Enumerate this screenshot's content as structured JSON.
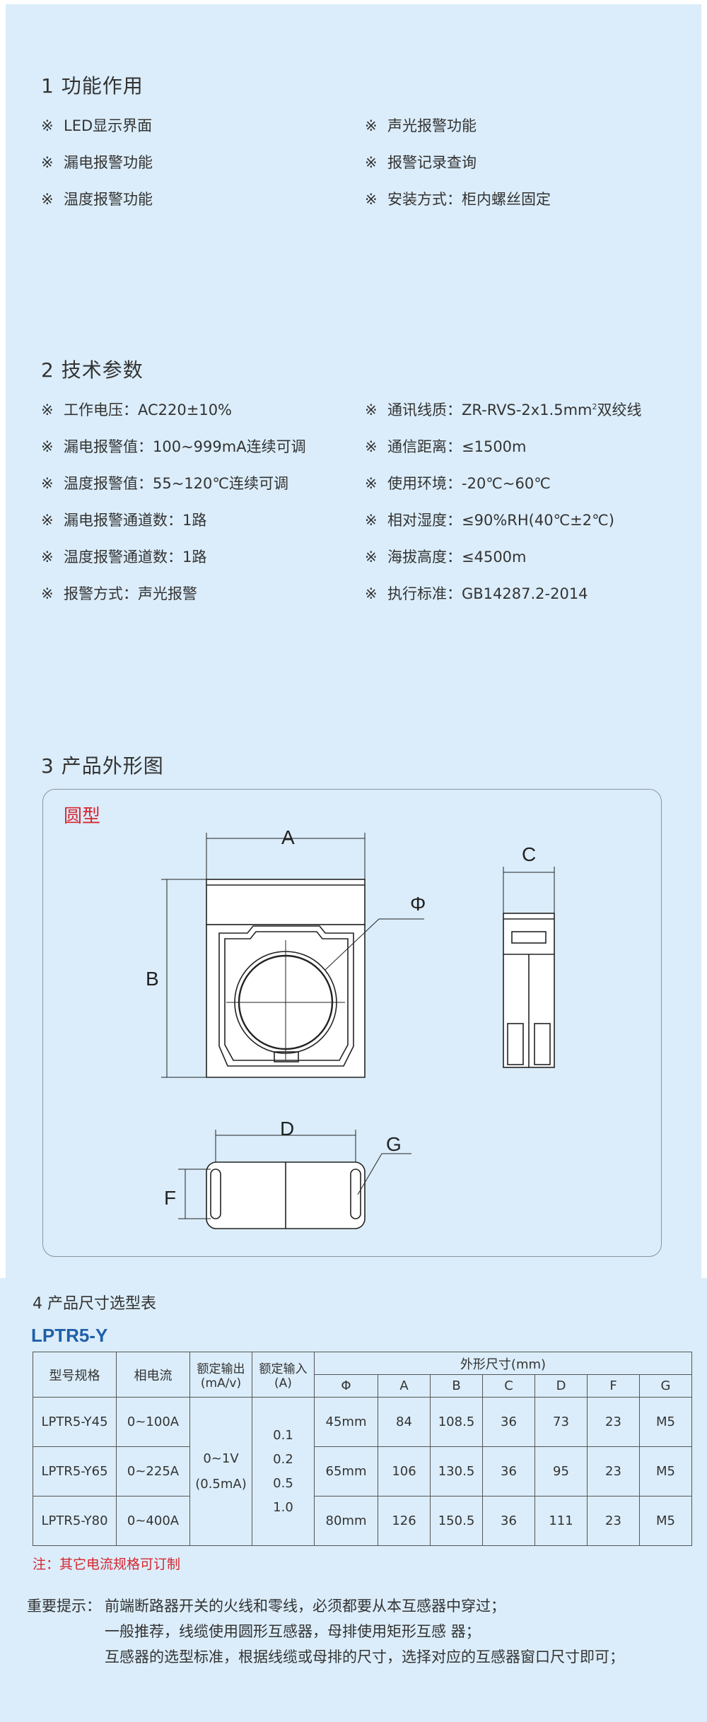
{
  "sections": {
    "functions": {
      "title": "1  功能作用",
      "left": [
        "LED显示界面",
        "漏电报警功能",
        "温度报警功能"
      ],
      "right": [
        "声光报警功能",
        "报警记录查询",
        "安装方式：柜内螺丝固定"
      ]
    },
    "params": {
      "title": "2  技术参数",
      "left": [
        "工作电压：AC220±10%",
        "漏电报警值：100~999mA连续可调",
        "温度报警值：55~120℃连续可调",
        "漏电报警通道数：1路",
        "温度报警通道数：1路",
        "报警方式：声光报警"
      ],
      "right": [
        "通讯线质：ZR-RVS-2x1.5mm",
        "通信距离：≤1500m",
        "使用环境：-20℃~60℃",
        "相对湿度：≤90%RH(40℃±2℃)",
        "海拔高度：≤4500m",
        "执行标准：GB14287.2-2014"
      ],
      "right_0_sup": "2",
      "right_0_tail": "双绞线"
    },
    "outline": {
      "title": "3  产品外形图",
      "shape_label": "圆型",
      "dim_labels": {
        "A": "A",
        "B": "B",
        "C": "C",
        "D": "D",
        "F": "F",
        "G": "G",
        "phi": "Φ"
      }
    }
  },
  "mark": "※",
  "table": {
    "title": "4 产品尺寸选型表",
    "model": "LPTR5-Y",
    "headers": {
      "model": "型号规格",
      "current": "相电流",
      "rated_output": "额定输出(mA/v)",
      "rated_input": "额定输入(A)",
      "dims": "外形尺寸(mm)"
    },
    "dim_cols": [
      "Φ",
      "A",
      "B",
      "C",
      "D",
      "F",
      "G"
    ],
    "shared_output": [
      "0~1V",
      "(0.5mA)"
    ],
    "shared_input": [
      "0.1",
      "0.2",
      "0.5",
      "1.0"
    ],
    "rows": [
      {
        "model": "LPTR5-Y45",
        "current": "0~100A",
        "dims": [
          "45mm",
          "84",
          "108.5",
          "36",
          "73",
          "23",
          "M5"
        ]
      },
      {
        "model": "LPTR5-Y65",
        "current": "0~225A",
        "dims": [
          "65mm",
          "106",
          "130.5",
          "36",
          "95",
          "23",
          "M5"
        ]
      },
      {
        "model": "LPTR5-Y80",
        "current": "0~400A",
        "dims": [
          "80mm",
          "126",
          "150.5",
          "36",
          "111",
          "23",
          "M5"
        ]
      }
    ],
    "note": "注：其它电流规格可订制"
  },
  "tips": {
    "label": "重要提示：",
    "lines": [
      "前端断路器开关的火线和零线，必须都要从本互感器中穿过；",
      "一般推荐，线缆使用圆形互感器，母排使用矩形互感 器；",
      "互感器的选型标准，根据线缆或母排的尺寸，选择对应的互感器窗口尺寸即可；"
    ]
  },
  "colors": {
    "panel": "#dbedfa",
    "accent_red": "#d7262f",
    "model_blue": "#1f5fa8"
  }
}
